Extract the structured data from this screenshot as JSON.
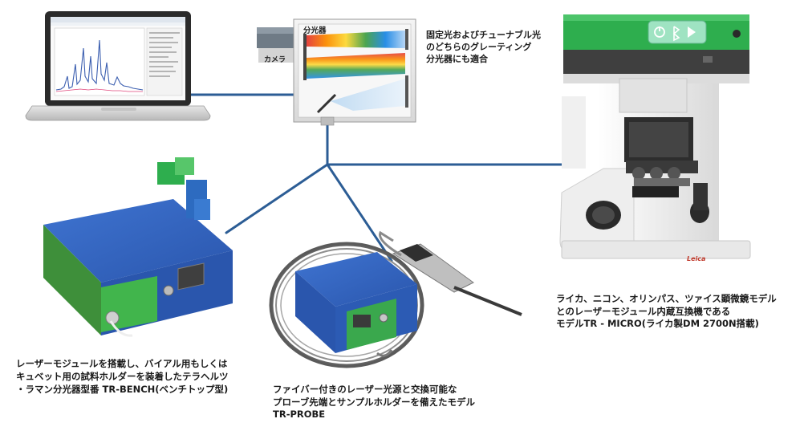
{
  "labels": {
    "spectrograph": [
      "固定光およびチューナブル光",
      "のどちらのグレーティング",
      "分光器にも適合"
    ],
    "microscope": [
      "ライカ、ニコン、オリンパス、ツァイス顕微鏡モデル",
      "とのレーザーモジュール内蔵互換機である",
      "モデルTR - MICRO(ライカ製DM 2700N搭載)"
    ],
    "bench": [
      "レーザーモジュールを搭載し、バイアル用もしくは",
      "キュベット用の試料ホルダーを装着したテラヘルツ",
      "・ラマン分光器型番 TR-BENCH(ベンチトップ型)"
    ],
    "probe": [
      "ファイバー付きのレーザー光源と交換可能な",
      "プローブ先端とサンプルホルダーを備えたモデル",
      "TR-PROBE"
    ]
  },
  "tags": {
    "camera": "カメラ",
    "spectrometer": "分光器",
    "brand": "Leica"
  },
  "colors": {
    "cable": "#2c5d95",
    "device_blue": "#2e5cb8",
    "device_green": "#34a853",
    "microscope_white": "#f2f2f2"
  },
  "icons": [
    "power-icon",
    "bluetooth-icon",
    "play-icon"
  ]
}
